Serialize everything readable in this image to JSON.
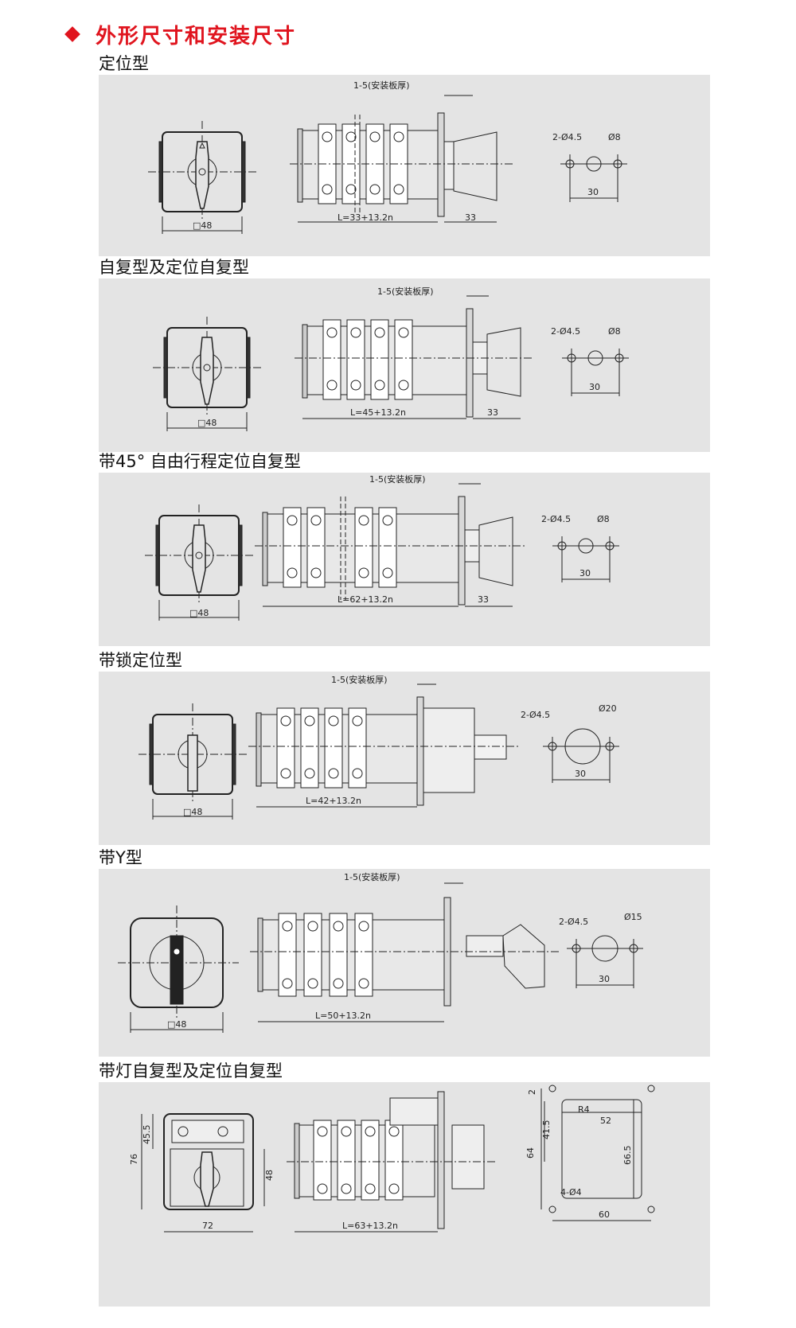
{
  "header": {
    "title": "外形尺寸和安装尺寸"
  },
  "sections": [
    {
      "label": "定位型",
      "plate": "1-5(安装板厚)",
      "square": "□48",
      "length": "L=33+13.2n",
      "knob": "33",
      "holes": "2-Ø4.5",
      "center": "Ø8",
      "spacing": "30"
    },
    {
      "label": "自复型及定位自复型",
      "plate": "1-5(安装板厚)",
      "square": "□48",
      "length": "L=45+13.2n",
      "knob": "33",
      "holes": "2-Ø4.5",
      "center": "Ø8",
      "spacing": "30"
    },
    {
      "label": "带45° 自由行程定位自复型",
      "plate": "1-5(安装板厚)",
      "square": "□48",
      "length": "L=62+13.2n",
      "knob": "33",
      "holes": "2-Ø4.5",
      "center": "Ø8",
      "spacing": "30"
    },
    {
      "label": "带锁定位型",
      "plate": "1-5(安装板厚)",
      "square": "□48",
      "length": "L=42+13.2n",
      "holes": "2-Ø4.5",
      "center": "Ø20",
      "spacing": "30"
    },
    {
      "label": "带Y型",
      "plate": "1-5(安装板厚)",
      "square": "□48",
      "length": "L=50+13.2n",
      "holes": "2-Ø4.5",
      "center": "Ø15",
      "spacing": "30"
    },
    {
      "label": "带灯自复型及定位自复型",
      "length": "L=63+13.2n",
      "w72": "72",
      "h76": "76",
      "h45": "45.5",
      "h48": "48",
      "d2": "2",
      "r4": "R4",
      "d52": "52",
      "d41": "41.5",
      "d64": "64",
      "d66": "66.5",
      "holes4": "4-Ø4",
      "d60": "60"
    }
  ]
}
